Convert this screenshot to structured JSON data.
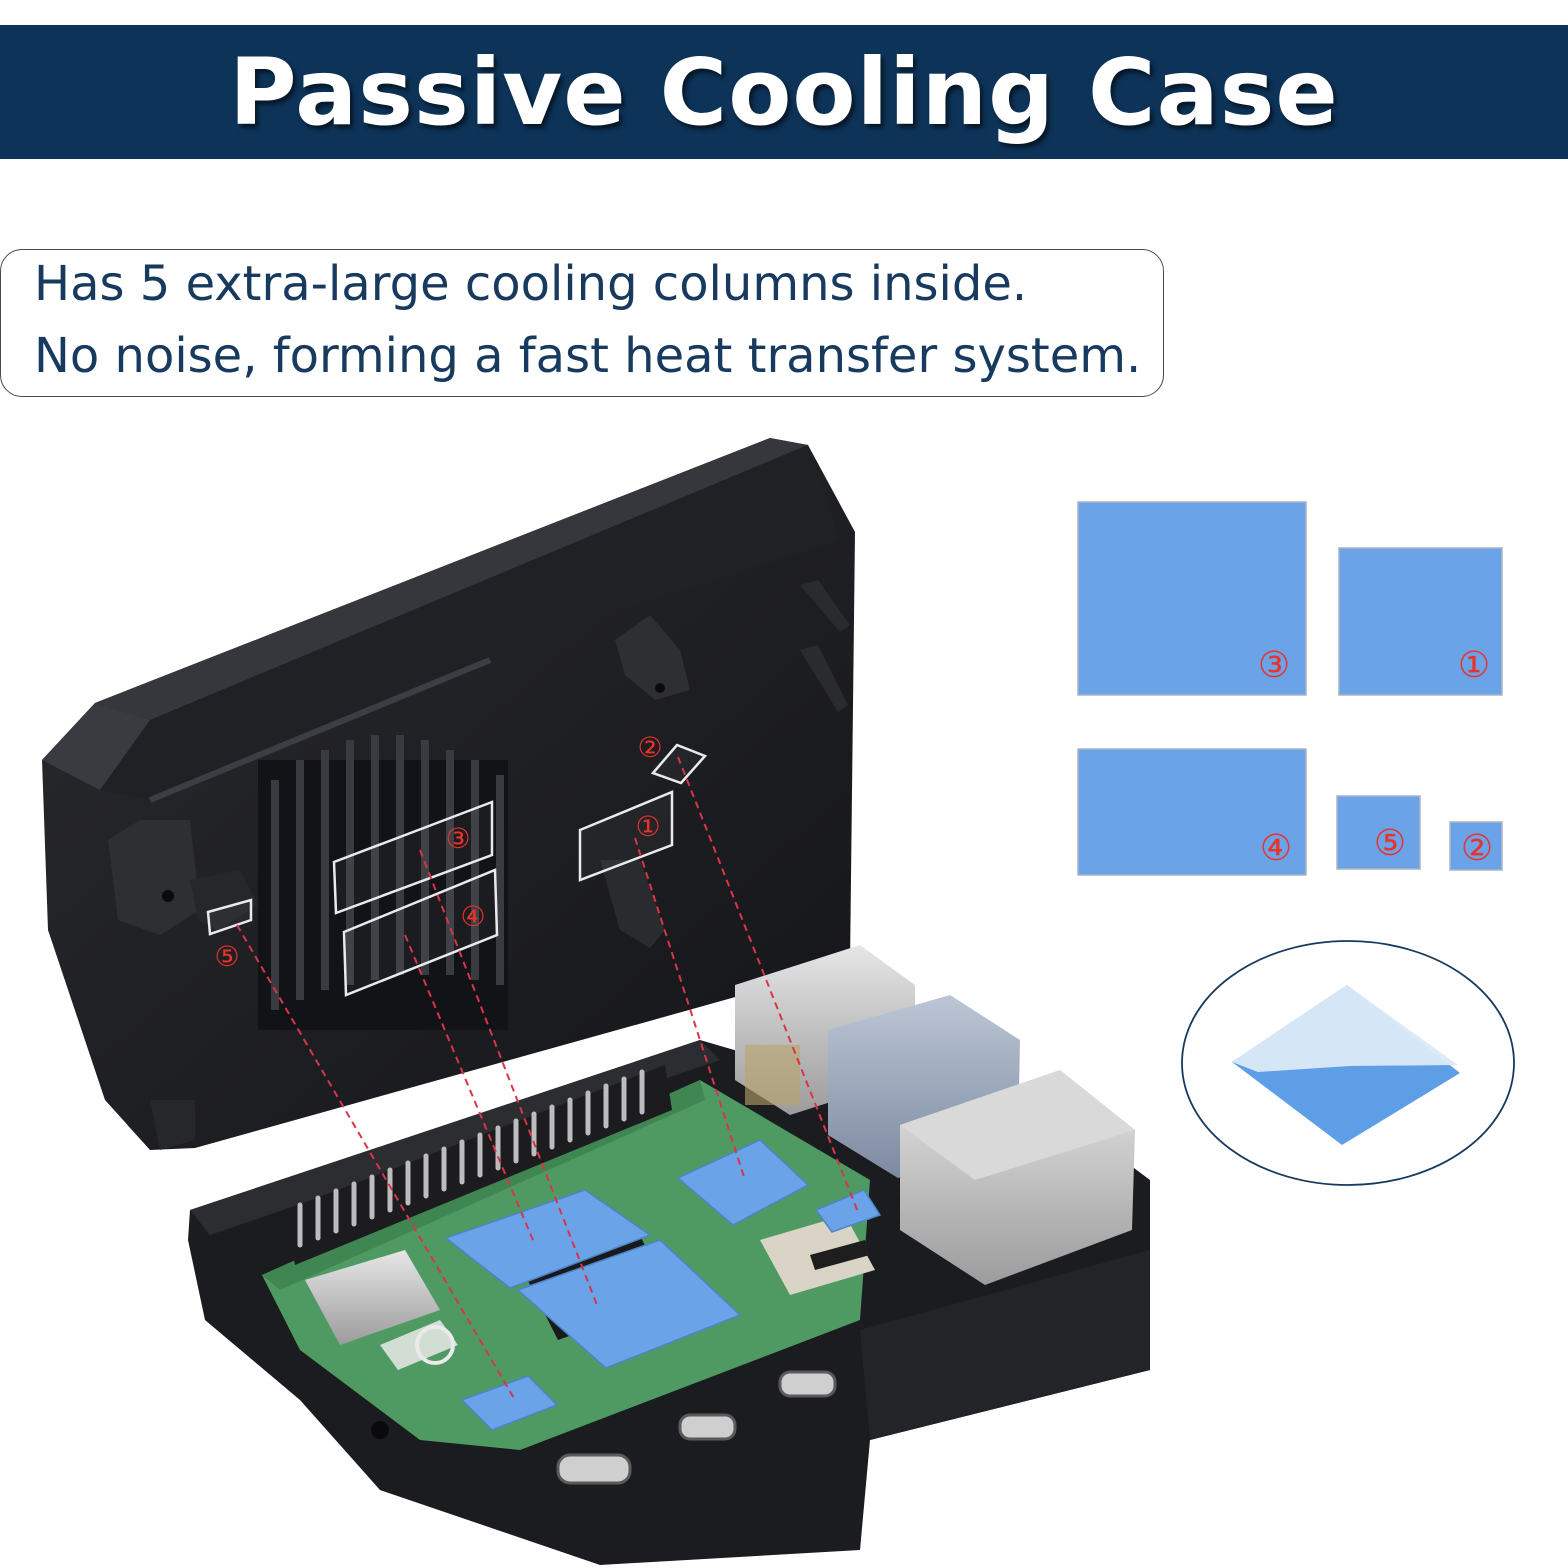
{
  "header": {
    "title": "Passive Cooling Case"
  },
  "callout": {
    "line1": "Has 5 extra-large cooling columns inside.",
    "line2": "No noise, forming a fast heat transfer system."
  },
  "pads": {
    "one": "①",
    "two": "②",
    "three": "③",
    "four": "④",
    "five": "⑤"
  },
  "colors": {
    "banner": "#0d3358",
    "callout_text": "#173a5e",
    "pad_blue": "#6aa3e8",
    "marker_red": "#e8332c",
    "case_black": "#1c1d20",
    "pcb_green": "#4f9a62"
  }
}
